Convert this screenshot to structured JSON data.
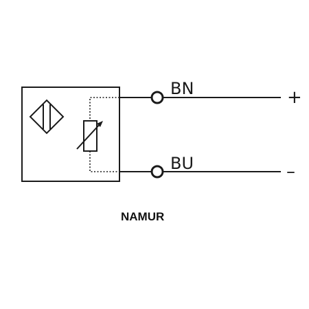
{
  "wires": {
    "top": {
      "label": "BN",
      "sign": "+"
    },
    "bottom": {
      "label": "BU",
      "sign": "–"
    }
  },
  "caption": "NAMUR",
  "colors": {
    "line": "#1a1a1a",
    "background": "#ffffff"
  },
  "icons": {
    "sensor": "inductive-sensor-icon",
    "variable_resistor": "variable-resistor-icon",
    "terminal": "terminal-circle-icon"
  }
}
